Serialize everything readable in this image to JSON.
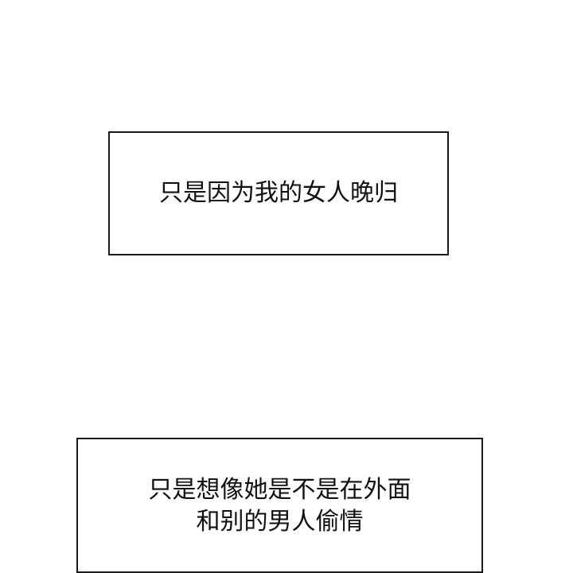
{
  "panels": [
    {
      "lines": [
        "只是因为我的女人晚归"
      ]
    },
    {
      "lines": [
        "只是想像她是不是在外面",
        "和别的男人偷情"
      ]
    }
  ],
  "colors": {
    "background": "#ffffff",
    "border": "#1a1a1a",
    "text": "#111111"
  }
}
